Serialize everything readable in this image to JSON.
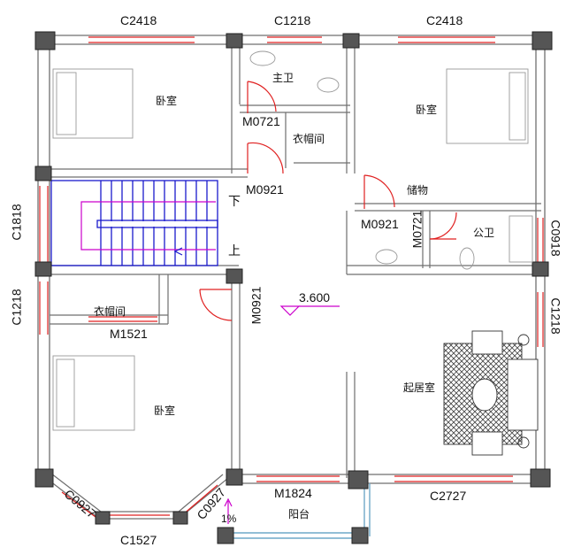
{
  "windows": {
    "top_left": "C2418",
    "top_mid": "C1218",
    "top_right": "C2418",
    "left_upper": "C1818",
    "left_lower": "C1218",
    "right_upper": "C0918",
    "right_lower": "C1218",
    "bottom_right": "C2727",
    "bay_left": "C0927",
    "bay_right": "C0927",
    "bay_bottom": "C1527"
  },
  "doors": {
    "master_bath": "M0721",
    "upper_hall": "M0921",
    "right_hall": "M0921",
    "public_bath": "M0721",
    "closet_lower": "M1521",
    "left_bedroom": "M0921",
    "balcony": "M1824"
  },
  "rooms": {
    "bedroom_top_left": "卧室",
    "master_bath": "主卫",
    "closet_top": "衣帽间",
    "bedroom_top_right": "卧室",
    "storage": "储物",
    "public_bath": "公卫",
    "closet_left": "衣帽间",
    "bedroom_bottom_left": "卧室",
    "living_room": "起居室",
    "balcony": "阳台"
  },
  "stairs": {
    "down": "下",
    "up": "上"
  },
  "level": "3.600",
  "balcony_mark": "1%",
  "colors": {
    "wall": "#6f6f6f",
    "window": "#e02020",
    "stair": "#1a1acc",
    "stair_path": "#cc00cc",
    "door": "#e02020",
    "column": "#333333"
  }
}
